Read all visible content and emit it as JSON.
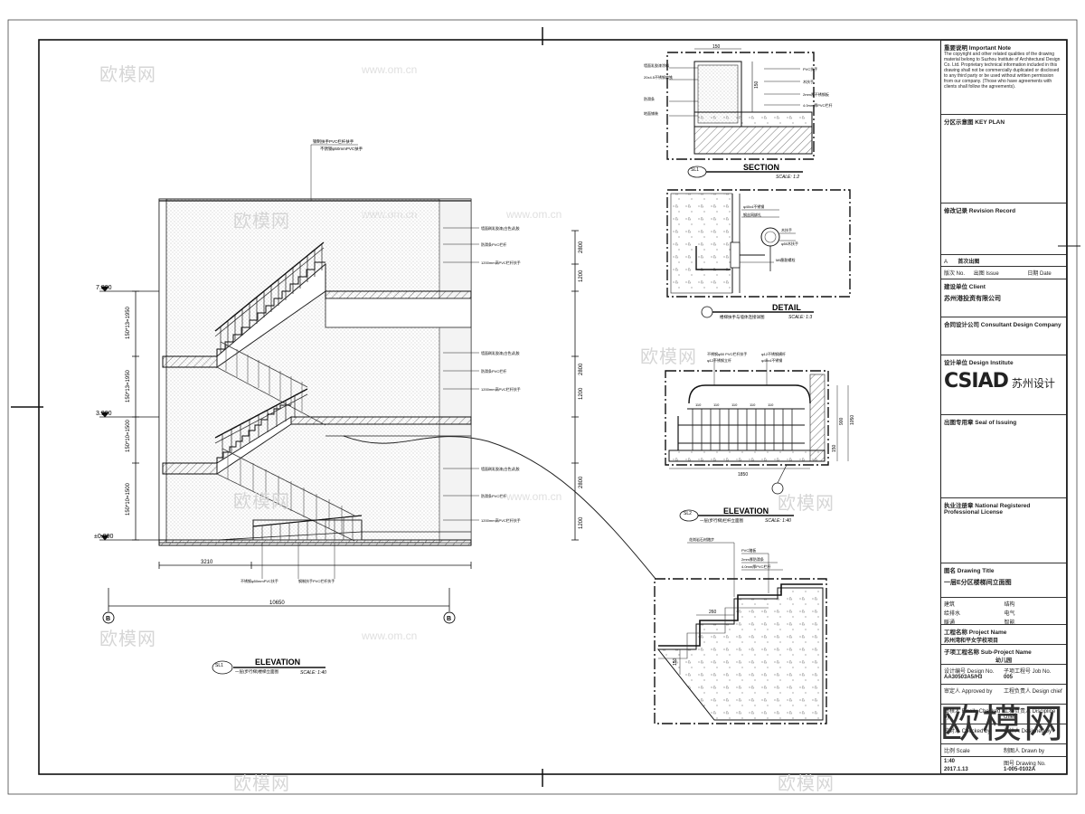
{
  "watermark": {
    "text": "欧模网",
    "url": "www.om.cn"
  },
  "elevation_main": {
    "title": "ELEVATION",
    "scale": "SCALE: 1:40",
    "ref": "SL1",
    "caption": "一层(步行梯)楼梯立面图",
    "levels": [
      "7.800",
      "3.900",
      "±0.000"
    ],
    "dims_left": [
      "150*13=1950",
      "150*13=1950",
      "150*10=1500",
      "150*10=1500"
    ],
    "dims_right": [
      "2800",
      "1200",
      "2800",
      "1200",
      "2800",
      "1200"
    ],
    "dim_bottom_run": "3210",
    "dim_total": "10650",
    "grid": "B",
    "callouts": [
      "钢制扶手PVC栏杆扶手",
      "不锈钢φ50mmPVC扶手",
      "墙面刷乳胶漆(白色)乳胶",
      "防滑条PVC栏杆",
      "1200mm高PVC栏杆扶手"
    ]
  },
  "section": {
    "title": "SECTION",
    "scale": "SCALE: 1:2",
    "ref": "SL1",
    "dim": "150",
    "dim2": "150",
    "labels_left": [
      "墙面乳胶漆涂料",
      "20x4.5不锈钢扁铁",
      "防滑条",
      "地面铺装"
    ],
    "labels_right": [
      "PVC扶手",
      "木扶手",
      "2mm厚不锈钢板",
      "4.0mm厚PVC栏杆"
    ]
  },
  "detail": {
    "title": "DETAIL",
    "scale": "SCALE: 1:3",
    "caption": "楼梯扶手与墙体连接详图",
    "labels": [
      "φ40x4不锈钢",
      "钢丝网绑扎",
      "木扶手",
      "φ50木扶手",
      "M8膨胀螺栓"
    ]
  },
  "elevation_small": {
    "title": "ELEVATION",
    "scale": "SCALE: 1:40",
    "ref": "SL2",
    "caption": "一层(步行梯)栏杆立面图",
    "labels": [
      "不锈钢φ50 PVC栏杆扶手",
      "φ12不锈钢立杆",
      "φ12不锈钢横杆",
      "φ40x4不锈钢"
    ],
    "dim_width": "1850",
    "dim_h1": "1050",
    "dim_h2": "150",
    "dim_h3": "900",
    "post_label": "110"
  },
  "step_detail": {
    "labels": [
      "花岗岩石材踏步",
      "PVC踏板",
      "2mm厚防滑条",
      "4.0mm厚PVC栏杆"
    ],
    "dim_tread": "260",
    "dim_riser": "150"
  },
  "title_block": {
    "notes_title": "重要说明 Important Note",
    "notes_en": "The copyright and other related qualities of the drawing material belong to Suzhou Institute of Architectural Design Co. Ltd. Proprietary technical information included in this drawing shall not be commercially duplicated or disclosed to any third party or be used without written permission from our company. (Those who have agreements with clients shall follow the agreements).",
    "key_plan": "分区示意图 KEY PLAN",
    "revision": "修改记录 Revision Record",
    "rev_row": [
      "A",
      "首次出图"
    ],
    "rev_head": [
      "版次 No.",
      "出图 Issue",
      "日期 Date"
    ],
    "client_label": "建设单位 Client",
    "client": "苏州港投资有限公司",
    "consultant_label": "合同设计公司 Consultant Design Company",
    "designer_label": "设计单位 Design Institute",
    "logo": "CSIAD",
    "logo_cn": "苏州设计",
    "seal_label": "出图专用章 Seal of Issuing",
    "reg_label": "执业注册章 National Registered Professional License",
    "drawing_title_label": "图名 Drawing Title",
    "drawing_title": "一层E分区楼梯间立面图",
    "sig_labels": [
      "建筑",
      "结构",
      "给排水",
      "电气",
      "暖通",
      "智能"
    ],
    "project_label": "工程名称 Project Name",
    "project": "苏州湾和平女学校项目",
    "subproject_label": "子项工程名称 Sub-Project Name",
    "subproject": "幼儿园",
    "design_no_label": "设计编号 Design No.",
    "design_no": "AA30503A5/H3",
    "job_no_label": "子项工程号 Job No.",
    "job_no": "005",
    "approved_label": "审定人 Approved by",
    "chief_label": "工程负责人 Design chief",
    "checked_label": "审核人 Finally Checked by",
    "discipline_label": "工种负责人 Discipline chief",
    "checker_label": "校对人 Checked by",
    "designer_by_label": "设计人 Designed by",
    "drawn_label": "制图人 Drawn by",
    "scale_label": "比例 Scale",
    "scale": "1:40",
    "date_label": "日期 Date",
    "date": "2017.1.13",
    "drawing_no_label": "图号 Drawing No.",
    "drawing_no": "1-005-0102A"
  }
}
